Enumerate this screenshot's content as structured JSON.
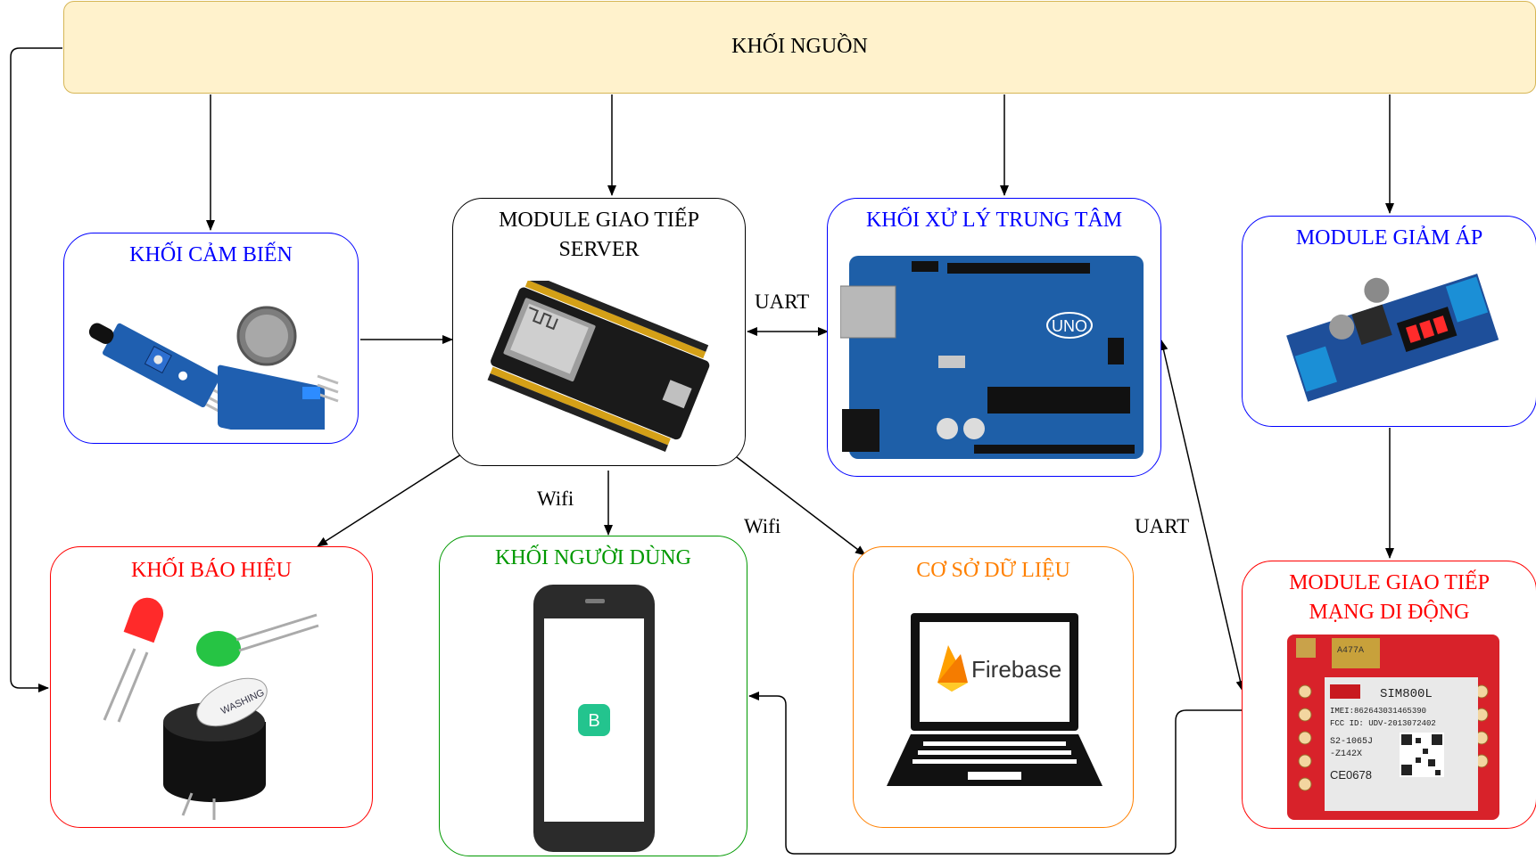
{
  "nodes": {
    "power": {
      "title": "KHỐI NGUỒN",
      "color": "#d6b656"
    },
    "sensor": {
      "title": "KHỐI CẢM BIẾN",
      "color": "#0000ff"
    },
    "server": {
      "title": "MODULE GIAO TIẾP SERVER",
      "color": "#000000"
    },
    "cpu": {
      "title": "KHỐI XỬ LÝ TRUNG TÂM",
      "color": "#0000ff"
    },
    "buck": {
      "title": "MODULE GIẢM ÁP",
      "color": "#0000ff"
    },
    "alarm": {
      "title": "KHỐI BÁO HIỆU",
      "color": "#ff0000"
    },
    "user": {
      "title": "KHỐI NGƯỜI DÙNG",
      "color": "#009900"
    },
    "db": {
      "title": "CƠ SỞ DỮ LIỆU",
      "color": "#ff8000"
    },
    "gsm": {
      "title": "MODULE GIAO TIẾP MẠNG DI ĐỘNG",
      "color": "#ff0000"
    }
  },
  "links": {
    "uart_server_cpu": "UART",
    "uart_cpu_gsm": "UART",
    "wifi_user": "Wifi",
    "wifi_db": "Wifi"
  },
  "devices": {
    "firebase": "Firebase",
    "blynk": "B",
    "arduino": "UNO",
    "sim_chip": "A477A",
    "sim_brand": "SIM800L",
    "sim_imei": "IMEI:862643031465390",
    "sim_fcc": "FCC ID: UDV-2013072402",
    "sim_model": "S2-1065J",
    "sim_model2": "-Z142X",
    "sim_ce": "CE0678",
    "buzzer_text": "WASHING"
  }
}
